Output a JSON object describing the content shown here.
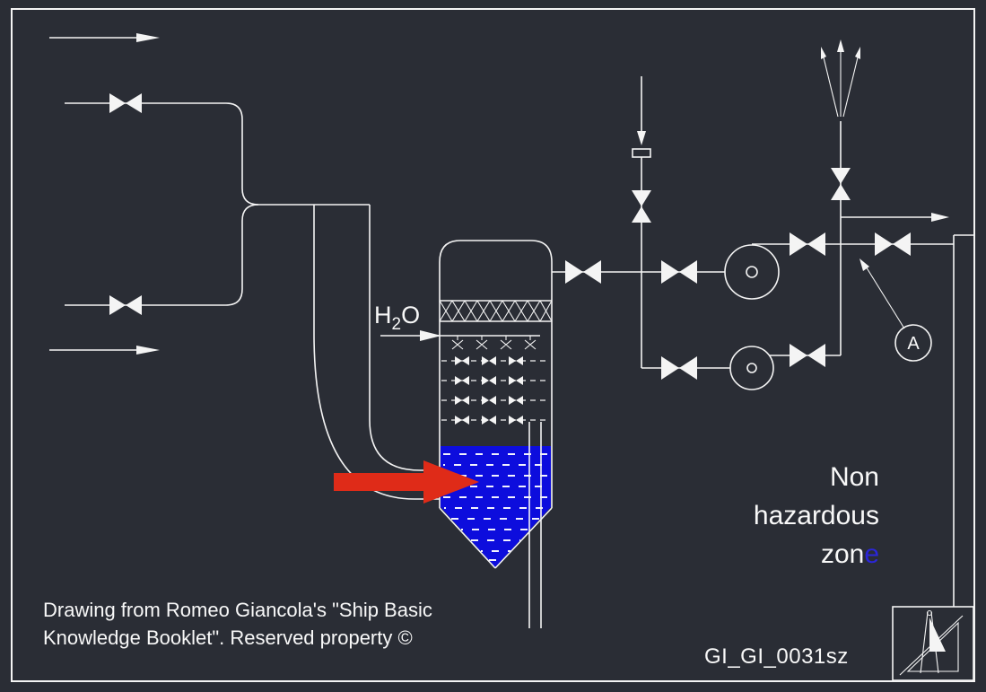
{
  "colors": {
    "background": "#2a2d35",
    "line": "#f4f4f4",
    "water_blue": "#0d0ddd",
    "arrow_red": "#df2b18",
    "zone_e_blue": "#2b26d8",
    "text": "#f8f8f8"
  },
  "labels": {
    "h2o_h": "H",
    "h2o_sub": "2",
    "h2o_o": "O",
    "zone_line1": "Non",
    "zone_line2": "hazardous",
    "zone_line3_white": "zon",
    "zone_line3_blue": "e",
    "credit_line1": "Drawing from Romeo Giancola's \"Ship Basic",
    "credit_line2": "Knowledge Booklet\". Reserved property ©",
    "drawing_code": "GI_GI_0031sz",
    "detail_marker": "A"
  }
}
